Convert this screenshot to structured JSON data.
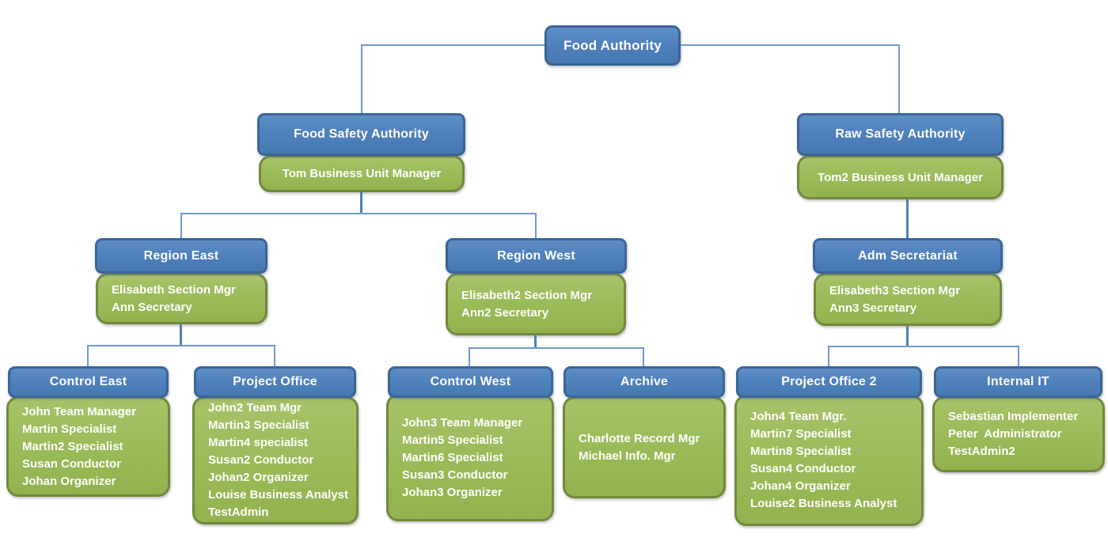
{
  "org_chart": {
    "root": {
      "title": "Food Authority"
    },
    "units": [
      {
        "title": "Food Safety Authority",
        "manager": "Tom Business Unit Manager"
      },
      {
        "title": "Raw Safety Authority",
        "manager": "Tom2 Business Unit Manager"
      }
    ],
    "sections": [
      {
        "title": "Region East",
        "staff": [
          "Elisabeth Section Mgr",
          "Ann Secretary"
        ]
      },
      {
        "title": "Region West",
        "staff": [
          "Elisabeth2 Section Mgr",
          "Ann2 Secretary"
        ]
      },
      {
        "title": "Adm Secretariat",
        "staff": [
          "Elisabeth3 Section Mgr",
          "Ann3 Secretary"
        ]
      }
    ],
    "teams": [
      {
        "title": "Control East",
        "members": [
          "John Team Manager",
          "Martin Specialist",
          "Martin2 Specialist",
          "Susan Conductor",
          "Johan Organizer"
        ]
      },
      {
        "title": "Project Office",
        "members": [
          "John2 Team Mgr",
          "Martin3 Specialist",
          "Martin4 specialist",
          "Susan2 Conductor",
          "Johan2 Organizer",
          "Louise Business Analyst",
          "TestAdmin"
        ]
      },
      {
        "title": "Control West",
        "members": [
          "John3 Team Manager",
          "Martin5 Specialist",
          "Martin6 Specialist",
          "Susan3 Conductor",
          "Johan3 Organizer"
        ]
      },
      {
        "title": "Archive",
        "members": [
          "Charlotte Record Mgr",
          "Michael Info. Mgr"
        ]
      },
      {
        "title": "Project Office 2",
        "members": [
          "John4 Team Mgr.",
          "Martin7 Specialist",
          "Martin8 Specialist",
          "Susan4 Conductor",
          "Johan4 Organizer",
          "Louise2 Business Analyst"
        ]
      },
      {
        "title": "Internal IT",
        "members": [
          "Sebastian Implementer",
          "Peter  Administrator",
          "TestAdmin2"
        ]
      }
    ],
    "colors": {
      "node_fill": "#4f81bd",
      "node_border": "#3a6595",
      "staff_fill": "#9bbb59",
      "staff_border": "#71893f",
      "connector": "#6f9ad0",
      "connector_stub": "#4f81bd",
      "text": "#ffffff",
      "background": "#ffffff"
    }
  }
}
